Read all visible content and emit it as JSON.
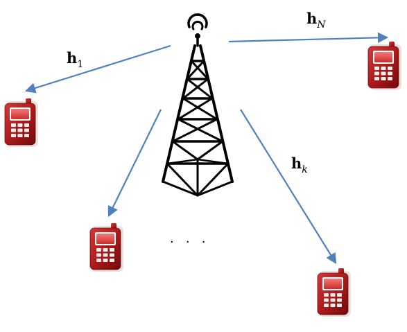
{
  "diagram": {
    "channels": [
      {
        "symbol": "h",
        "subscript": "1"
      },
      {
        "symbol": "h",
        "subscript": "N"
      },
      {
        "symbol": "h",
        "subscript": "k"
      }
    ],
    "ellipsis": ".   .   .",
    "colors": {
      "arrow": "#4f81bd",
      "phone_body": "#b01e1e",
      "phone_dark": "#7a0f0f",
      "phone_screen": "#e84848",
      "phone_keys": "#f4eaea",
      "tower": "#000000"
    },
    "icons": [
      "antenna-tower-icon",
      "mobile-phone-icon"
    ]
  }
}
